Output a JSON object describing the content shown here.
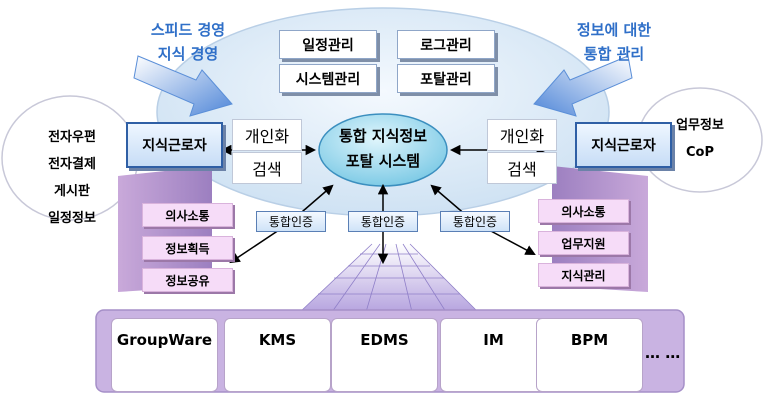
{
  "slogan_left": {
    "line1": "스피드 경영",
    "line2": "지식 경영"
  },
  "slogan_right": {
    "line1": "정보에 대한",
    "line2": "통합 관리"
  },
  "top_features": [
    "일정관리",
    "로그관리",
    "시스템관리",
    "포탈관리"
  ],
  "center": {
    "line1": "통합 지식정보",
    "line2": "포탈 시스템"
  },
  "left": {
    "worker": "지식근로자",
    "personalize": "개인화",
    "search": "검색",
    "external": [
      "전자우편",
      "전자결제",
      "게시판",
      "일정정보"
    ],
    "functions": [
      "의사소통",
      "정보획득",
      "정보공유"
    ]
  },
  "right": {
    "worker": "지식근로자",
    "personalize": "개인화",
    "search": "검색",
    "external": [
      "업무정보",
      "CoP"
    ],
    "functions": [
      "의사소통",
      "업무지원",
      "지식관리"
    ]
  },
  "auth_labels": [
    "통합인증",
    "통합인증",
    "통합인증"
  ],
  "systems": [
    "GroupWare",
    "KMS",
    "EDMS",
    "IM",
    "BPM"
  ],
  "systems_more": "…  …",
  "colors": {
    "ellipse_fill": "#dbe9f6",
    "center_fill": "#aee3f4",
    "worker_border": "#2f5fa5",
    "pink_panel": "#c79fd6",
    "system_bar": "#c9b3e2",
    "slogan_text": "#2f6fc8"
  }
}
